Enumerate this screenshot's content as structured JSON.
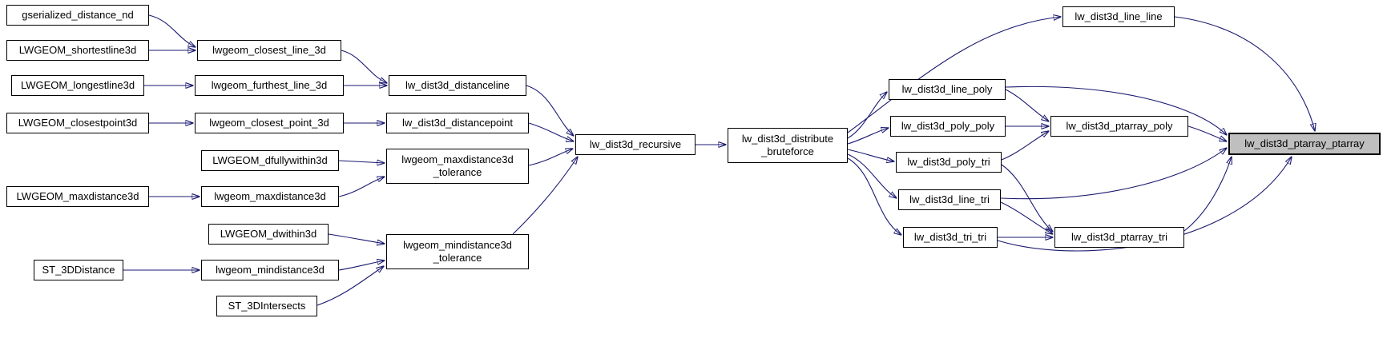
{
  "diagram": {
    "type": "call-graph",
    "description": "Doxygen-style caller graph converging on lw_dist3d_ptarray_ptarray",
    "colors": {
      "edge": "#191970",
      "node_fill": "#ffffff",
      "node_border": "#000000",
      "highlight_fill": "#bfbfbf"
    },
    "nodes": [
      {
        "id": "gserialized_distance_nd",
        "label": "gserialized_distance_nd",
        "highlighted": false
      },
      {
        "id": "LWGEOM_shortestline3d",
        "label": "LWGEOM_shortestline3d",
        "highlighted": false
      },
      {
        "id": "lwgeom_closest_line_3d",
        "label": "lwgeom_closest_line_3d",
        "highlighted": false
      },
      {
        "id": "LWGEOM_longestline3d",
        "label": "LWGEOM_longestline3d",
        "highlighted": false
      },
      {
        "id": "lwgeom_furthest_line_3d",
        "label": "lwgeom_furthest_line_3d",
        "highlighted": false
      },
      {
        "id": "lw_dist3d_distanceline",
        "label": "lw_dist3d_distanceline",
        "highlighted": false
      },
      {
        "id": "LWGEOM_closestpoint3d",
        "label": "LWGEOM_closestpoint3d",
        "highlighted": false
      },
      {
        "id": "lwgeom_closest_point_3d",
        "label": "lwgeom_closest_point_3d",
        "highlighted": false
      },
      {
        "id": "lw_dist3d_distancepoint",
        "label": "lw_dist3d_distancepoint",
        "highlighted": false
      },
      {
        "id": "LWGEOM_dfullywithin3d",
        "label": "LWGEOM_dfullywithin3d",
        "highlighted": false
      },
      {
        "id": "lwgeom_maxdistance3d_tolerance",
        "label": "lwgeom_maxdistance3d\n_tolerance",
        "highlighted": false
      },
      {
        "id": "LWGEOM_maxdistance3d",
        "label": "LWGEOM_maxdistance3d",
        "highlighted": false
      },
      {
        "id": "lwgeom_maxdistance3d",
        "label": "lwgeom_maxdistance3d",
        "highlighted": false
      },
      {
        "id": "LWGEOM_dwithin3d",
        "label": "LWGEOM_dwithin3d",
        "highlighted": false
      },
      {
        "id": "ST_3DDistance",
        "label": "ST_3DDistance",
        "highlighted": false
      },
      {
        "id": "lwgeom_mindistance3d",
        "label": "lwgeom_mindistance3d",
        "highlighted": false
      },
      {
        "id": "lwgeom_mindistance3d_tolerance",
        "label": "lwgeom_mindistance3d\n_tolerance",
        "highlighted": false
      },
      {
        "id": "ST_3DIntersects",
        "label": "ST_3DIntersects",
        "highlighted": false
      },
      {
        "id": "lw_dist3d_recursive",
        "label": "lw_dist3d_recursive",
        "highlighted": false
      },
      {
        "id": "lw_dist3d_distribute_bruteforce",
        "label": "lw_dist3d_distribute\n_bruteforce",
        "highlighted": false
      },
      {
        "id": "lw_dist3d_line_line",
        "label": "lw_dist3d_line_line",
        "highlighted": false
      },
      {
        "id": "lw_dist3d_line_poly",
        "label": "lw_dist3d_line_poly",
        "highlighted": false
      },
      {
        "id": "lw_dist3d_poly_poly",
        "label": "lw_dist3d_poly_poly",
        "highlighted": false
      },
      {
        "id": "lw_dist3d_poly_tri",
        "label": "lw_dist3d_poly_tri",
        "highlighted": false
      },
      {
        "id": "lw_dist3d_line_tri",
        "label": "lw_dist3d_line_tri",
        "highlighted": false
      },
      {
        "id": "lw_dist3d_tri_tri",
        "label": "lw_dist3d_tri_tri",
        "highlighted": false
      },
      {
        "id": "lw_dist3d_ptarray_poly",
        "label": "lw_dist3d_ptarray_poly",
        "highlighted": false
      },
      {
        "id": "lw_dist3d_ptarray_tri",
        "label": "lw_dist3d_ptarray_tri",
        "highlighted": false
      },
      {
        "id": "lw_dist3d_ptarray_ptarray",
        "label": "lw_dist3d_ptarray_ptarray",
        "highlighted": true
      }
    ],
    "edges": [
      {
        "from": "gserialized_distance_nd",
        "to": "lwgeom_closest_line_3d"
      },
      {
        "from": "LWGEOM_shortestline3d",
        "to": "lwgeom_closest_line_3d"
      },
      {
        "from": "lwgeom_closest_line_3d",
        "to": "lw_dist3d_distanceline"
      },
      {
        "from": "LWGEOM_longestline3d",
        "to": "lwgeom_furthest_line_3d"
      },
      {
        "from": "lwgeom_furthest_line_3d",
        "to": "lw_dist3d_distanceline"
      },
      {
        "from": "LWGEOM_closestpoint3d",
        "to": "lwgeom_closest_point_3d"
      },
      {
        "from": "lwgeom_closest_point_3d",
        "to": "lw_dist3d_distancepoint"
      },
      {
        "from": "LWGEOM_dfullywithin3d",
        "to": "lwgeom_maxdistance3d_tolerance"
      },
      {
        "from": "LWGEOM_maxdistance3d",
        "to": "lwgeom_maxdistance3d"
      },
      {
        "from": "lwgeom_maxdistance3d",
        "to": "lwgeom_maxdistance3d_tolerance"
      },
      {
        "from": "LWGEOM_dwithin3d",
        "to": "lwgeom_mindistance3d_tolerance"
      },
      {
        "from": "ST_3DDistance",
        "to": "lwgeom_mindistance3d"
      },
      {
        "from": "lwgeom_mindistance3d",
        "to": "lwgeom_mindistance3d_tolerance"
      },
      {
        "from": "ST_3DIntersects",
        "to": "lwgeom_mindistance3d_tolerance"
      },
      {
        "from": "lw_dist3d_distanceline",
        "to": "lw_dist3d_recursive"
      },
      {
        "from": "lw_dist3d_distancepoint",
        "to": "lw_dist3d_recursive"
      },
      {
        "from": "lwgeom_maxdistance3d_tolerance",
        "to": "lw_dist3d_recursive"
      },
      {
        "from": "lwgeom_mindistance3d_tolerance",
        "to": "lw_dist3d_recursive"
      },
      {
        "from": "lw_dist3d_recursive",
        "to": "lw_dist3d_distribute_bruteforce"
      },
      {
        "from": "lw_dist3d_distribute_bruteforce",
        "to": "lw_dist3d_line_line"
      },
      {
        "from": "lw_dist3d_distribute_bruteforce",
        "to": "lw_dist3d_line_poly"
      },
      {
        "from": "lw_dist3d_distribute_bruteforce",
        "to": "lw_dist3d_poly_poly"
      },
      {
        "from": "lw_dist3d_distribute_bruteforce",
        "to": "lw_dist3d_poly_tri"
      },
      {
        "from": "lw_dist3d_distribute_bruteforce",
        "to": "lw_dist3d_line_tri"
      },
      {
        "from": "lw_dist3d_distribute_bruteforce",
        "to": "lw_dist3d_tri_tri"
      },
      {
        "from": "lw_dist3d_line_line",
        "to": "lw_dist3d_ptarray_ptarray"
      },
      {
        "from": "lw_dist3d_line_poly",
        "to": "lw_dist3d_ptarray_poly"
      },
      {
        "from": "lw_dist3d_line_poly",
        "to": "lw_dist3d_ptarray_ptarray"
      },
      {
        "from": "lw_dist3d_poly_poly",
        "to": "lw_dist3d_ptarray_poly"
      },
      {
        "from": "lw_dist3d_poly_tri",
        "to": "lw_dist3d_ptarray_poly"
      },
      {
        "from": "lw_dist3d_poly_tri",
        "to": "lw_dist3d_ptarray_tri"
      },
      {
        "from": "lw_dist3d_line_tri",
        "to": "lw_dist3d_ptarray_tri"
      },
      {
        "from": "lw_dist3d_line_tri",
        "to": "lw_dist3d_ptarray_ptarray"
      },
      {
        "from": "lw_dist3d_tri_tri",
        "to": "lw_dist3d_ptarray_tri"
      },
      {
        "from": "lw_dist3d_tri_tri",
        "to": "lw_dist3d_ptarray_ptarray"
      },
      {
        "from": "lw_dist3d_ptarray_poly",
        "to": "lw_dist3d_ptarray_ptarray"
      },
      {
        "from": "lw_dist3d_ptarray_tri",
        "to": "lw_dist3d_ptarray_ptarray"
      }
    ]
  }
}
